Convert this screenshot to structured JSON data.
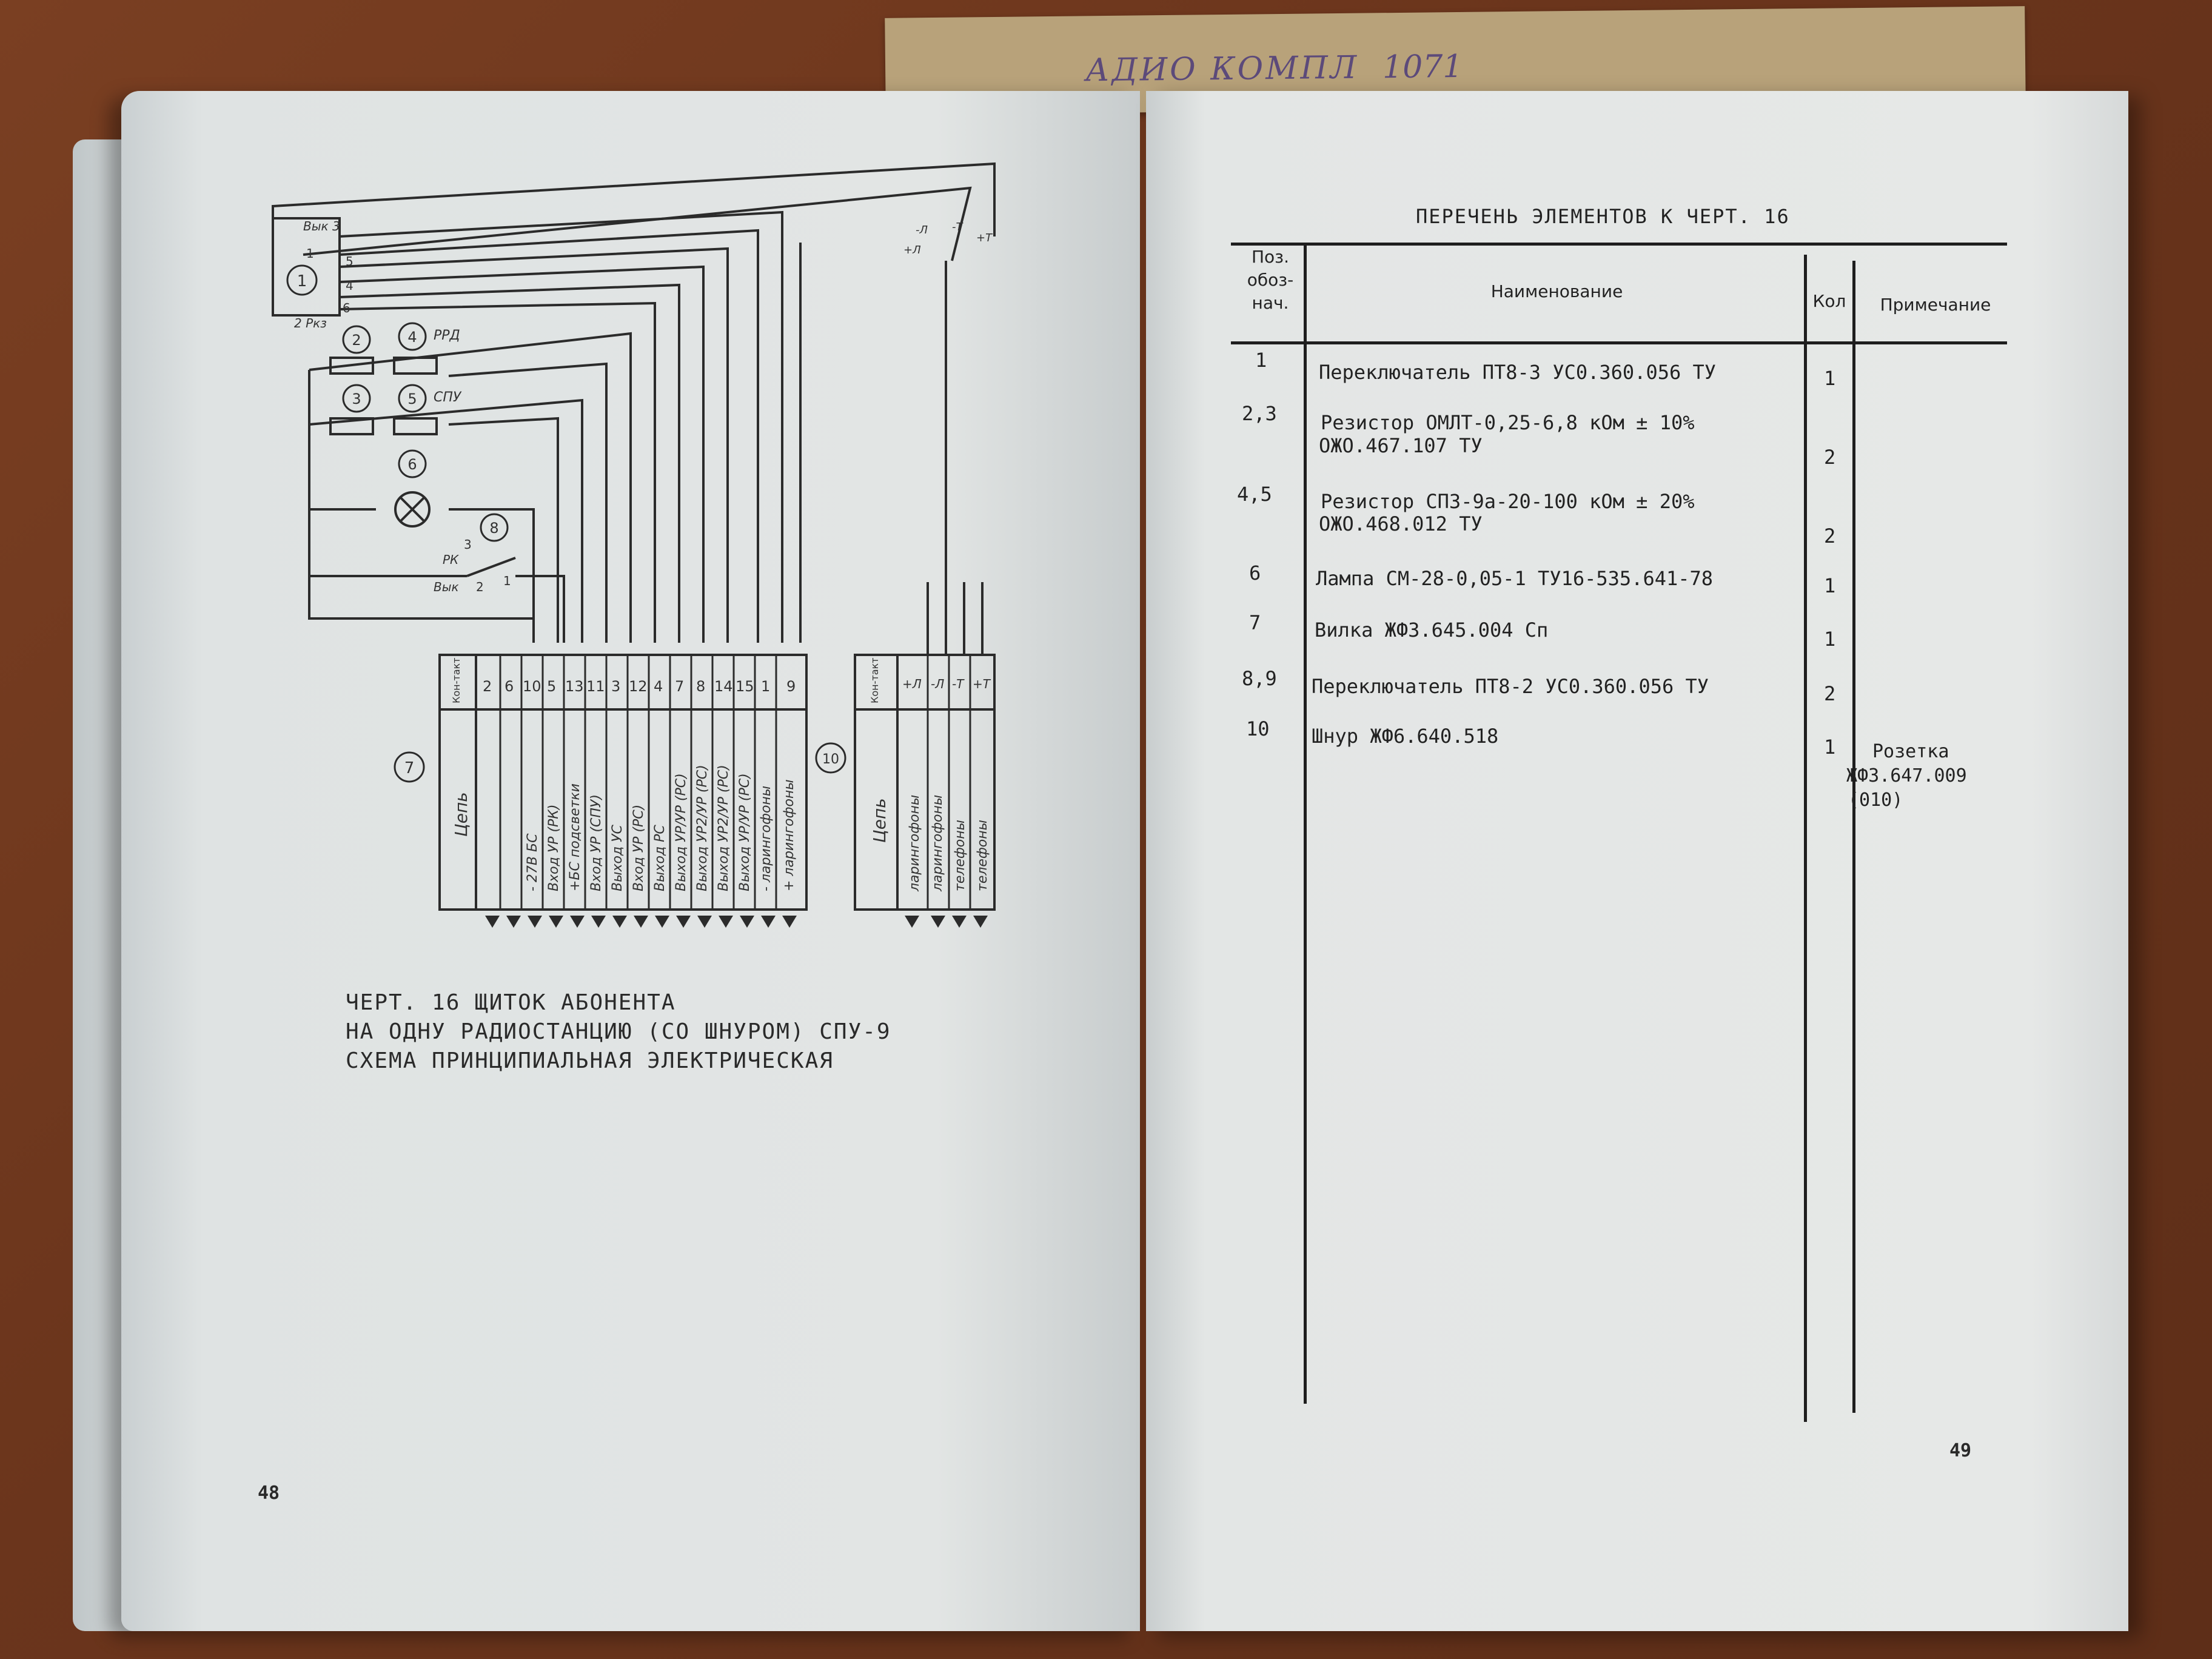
{
  "envelope": {
    "text": "АДИО КОМПЛ",
    "number": "1071"
  },
  "left_page": {
    "caption": [
      "ЧЕРТ. 16 ЩИТОК АБОНЕНТА",
      "НА ОДНУ РАДИОСТАНЦИЮ (СО ШНУРОМ) СПУ-9",
      "СХЕМА ПРИНЦИПИАЛЬНАЯ ЭЛЕКТРИЧЕСКАЯ"
    ],
    "page_number": "48",
    "schematic": {
      "switch1_labels": [
        "Вык 3",
        "1",
        "5",
        "4",
        "6",
        "2 Ркз"
      ],
      "component_numbers": [
        "1",
        "2",
        "3",
        "4",
        "5",
        "6",
        "8",
        "7",
        "10"
      ],
      "rrd_label": "РРД",
      "spu_label": "СПУ",
      "switch8_labels": [
        "3",
        "РК",
        "Вык",
        "2",
        "1"
      ],
      "connector7_header": "Кон-такт",
      "connector7_pins": [
        "2",
        "6",
        "10",
        "5",
        "13",
        "11",
        "3",
        "12",
        "4",
        "7",
        "8",
        "14",
        "15",
        "1",
        "9"
      ],
      "connector7_circuit_header": "Цепь",
      "connector7_circuits": [
        "- 27В БС",
        "Вход УР (РК)",
        "+БС подсветки",
        "Вход УР (СПУ)",
        "Выход УС",
        "Вход УР (РС)",
        "Выход РС",
        "Выход УР/УР (РС)",
        "Выход УР2/УР (РС)",
        "Выход УР2/УР (РС)",
        "Выход УР/УР (РС)",
        "- ларингофоны",
        "+ ларингофоны"
      ],
      "connector10_header": "Кон-такт",
      "connector10_pins": [
        "+Л",
        "-Л",
        "-Т",
        "+Т"
      ],
      "connector10_circuit_header": "Цепь",
      "connector10_circuits": [
        "ларингофоны",
        "ларингофоны",
        "телефоны",
        "телефоны"
      ],
      "cord_labels": [
        "-Л",
        "-Т",
        "+Т",
        "+Л"
      ]
    }
  },
  "right_page": {
    "title": "ПЕРЕЧЕНЬ ЭЛЕМЕНТОВ К ЧЕРТ. 16",
    "headers": {
      "pos": [
        "Поз.",
        "обоз-",
        "нач."
      ],
      "name": "Наименование",
      "qty": "Кол",
      "note": "Примечание"
    },
    "rows": [
      {
        "pos": "1",
        "name": [
          "Переключатель ПТ8-3   УС0.360.056 ТУ"
        ],
        "qty": "1",
        "note": []
      },
      {
        "pos": "2,3",
        "name": [
          "Резистор ОМЛТ-0,25-6,8 кОм ± 10%",
          "ОЖО.467.107 ТУ"
        ],
        "qty": "2",
        "note": []
      },
      {
        "pos": "4,5",
        "name": [
          "Резистор СП3-9а-20-100 кОм ± 20%",
          "ОЖО.468.012 ТУ"
        ],
        "qty": "2",
        "note": []
      },
      {
        "pos": "6",
        "name": [
          "Лампа СМ-28-0,05-1  ТУ16-535.641-78"
        ],
        "qty": "1",
        "note": []
      },
      {
        "pos": "7",
        "name": [
          "Вилка ЖФ3.645.004 Сп"
        ],
        "qty": "1",
        "note": []
      },
      {
        "pos": "8,9",
        "name": [
          "Переключатель ПТ8-2  УС0.360.056 ТУ"
        ],
        "qty": "2",
        "note": []
      },
      {
        "pos": "10",
        "name": [
          "Шнур  ЖФ6.640.518"
        ],
        "qty": "1",
        "note": [
          "Розетка",
          "ЖФ3.647.009",
          "(010)"
        ]
      }
    ],
    "page_number": "49"
  }
}
